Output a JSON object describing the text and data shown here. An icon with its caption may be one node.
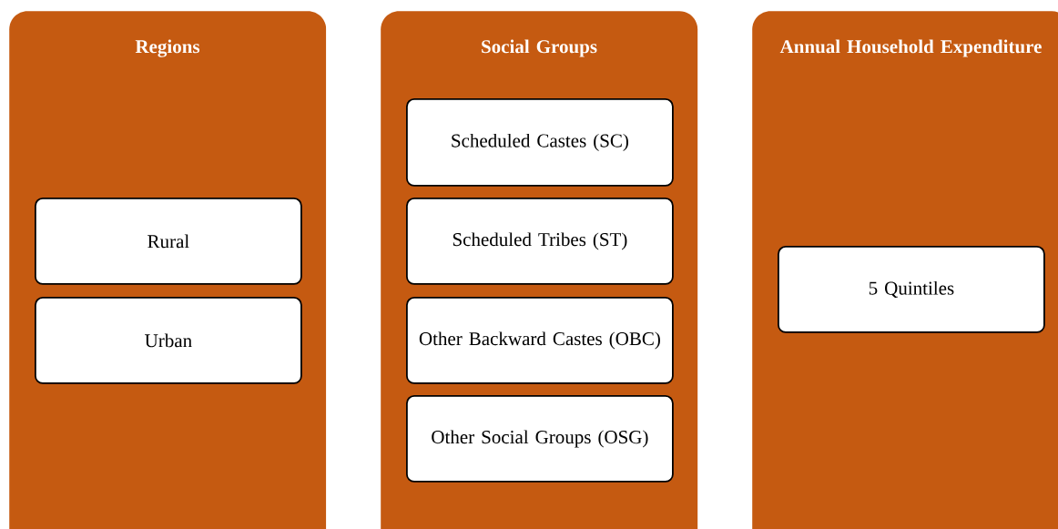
{
  "diagram": {
    "nodes": [
      {
        "text": [
          "Regions"
        ]
      },
      {
        "text": [
          "Rural"
        ],
        "in": 0
      },
      {
        "text": [
          "Urban"
        ],
        "in": 0
      },
      {
        "text": [
          "Social Groups"
        ]
      },
      {
        "text": [
          "Scheduled Castes (SC)"
        ],
        "in": 3
      },
      {
        "text": [
          "Scheduled Tribes (ST)"
        ],
        "in": 3
      },
      {
        "text": [
          "Other Backward Castes (OBC)"
        ],
        "in": 3
      },
      {
        "text": [
          "Other Social Groups (OSG)"
        ],
        "in": 3
      },
      {
        "text": [
          "Annual Household Expenditure"
        ]
      },
      {
        "text": [
          "5 Quintiles"
        ],
        "in": 8
      }
    ]
  }
}
